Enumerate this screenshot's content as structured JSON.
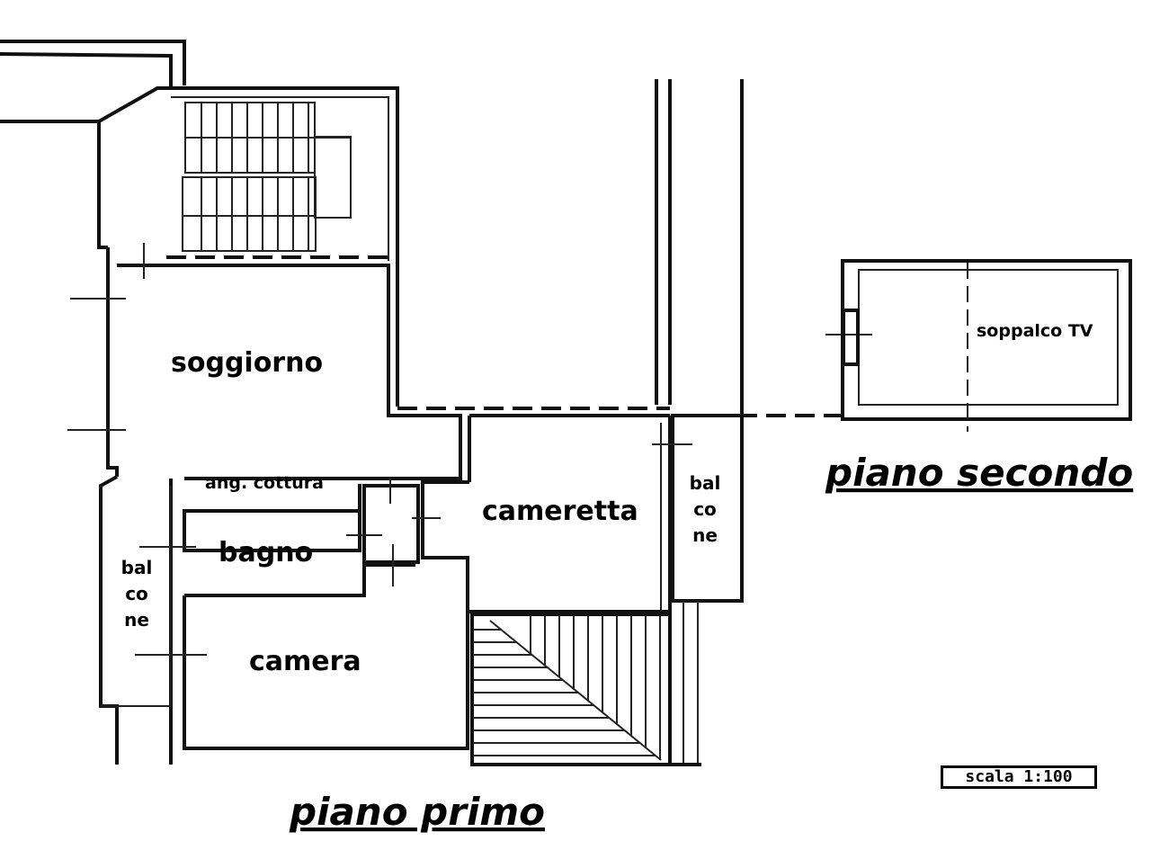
{
  "rooms": {
    "soggiorno": "soggiorno",
    "ang_cottura": "ang. cottura",
    "bagno": "bagno",
    "camera": "camera",
    "cameretta": "cameretta",
    "balcone_left": [
      "bal",
      "co",
      "ne"
    ],
    "balcone_right": [
      "bal",
      "co",
      "ne"
    ],
    "soppalco": "soppalco TV"
  },
  "titles": {
    "first_floor": "piano primo",
    "second_floor": "piano secondo"
  },
  "scale": "scala 1:100"
}
